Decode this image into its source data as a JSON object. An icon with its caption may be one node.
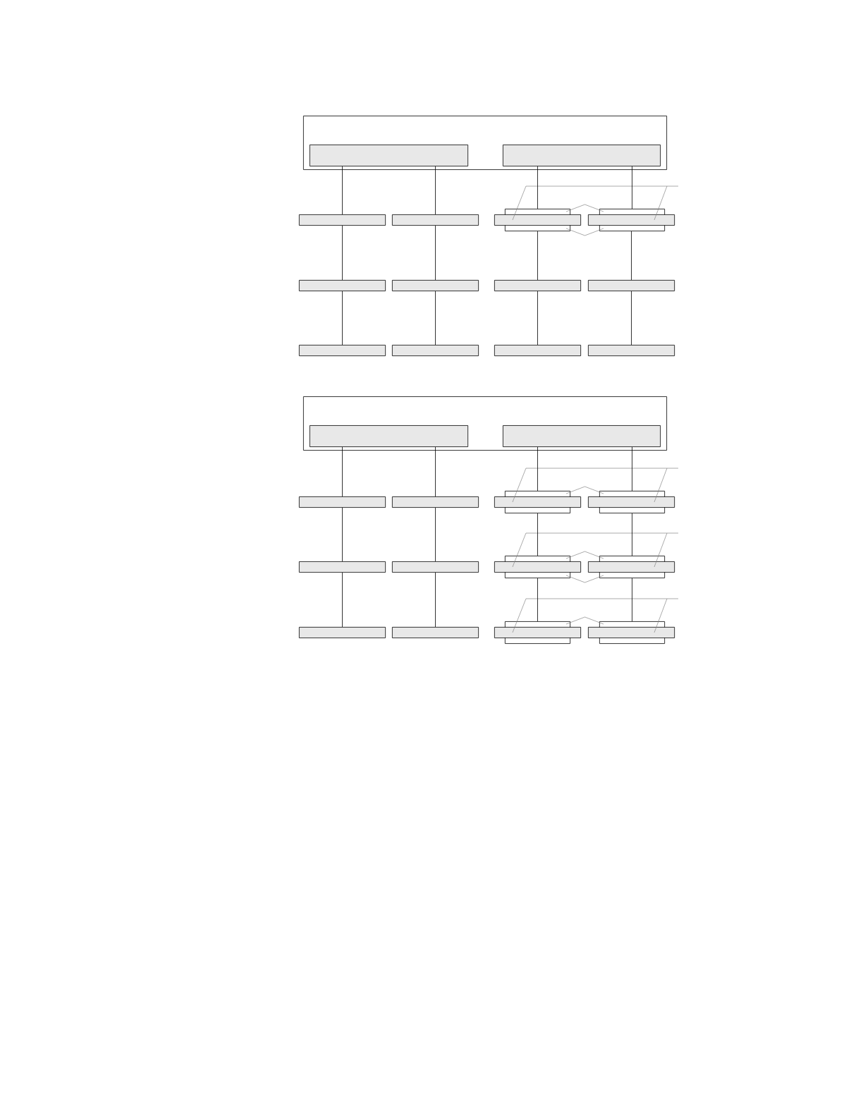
{
  "diagram": {
    "nodes": [
      {
        "text": [],
        "shape": "box"
      },
      {
        "text": [],
        "shape": "bar",
        "in": 0
      },
      {
        "text": [],
        "shape": "bar",
        "in": 0
      },
      {
        "text": [],
        "shape": "bar"
      },
      {
        "text": [],
        "shape": "bar"
      },
      {
        "text": [],
        "shape": "box"
      },
      {
        "text": [],
        "shape": "bar"
      },
      {
        "text": [],
        "shape": "box"
      },
      {
        "text": [],
        "shape": "bar"
      },
      {
        "text": [],
        "shape": "bar"
      },
      {
        "text": [],
        "shape": "bar"
      },
      {
        "text": [],
        "shape": "bar"
      },
      {
        "text": [],
        "shape": "bar"
      },
      {
        "text": [],
        "shape": "bar"
      },
      {
        "text": [],
        "shape": "bar"
      },
      {
        "text": [],
        "shape": "bar"
      },
      {
        "text": [],
        "shape": "bar"
      },
      {
        "text": [],
        "shape": "box"
      },
      {
        "text": [],
        "shape": "bar",
        "in": 17
      },
      {
        "text": [],
        "shape": "bar",
        "in": 17
      },
      {
        "text": [],
        "shape": "bar"
      },
      {
        "text": [],
        "shape": "bar"
      },
      {
        "text": [],
        "shape": "box"
      },
      {
        "text": [],
        "shape": "bar"
      },
      {
        "text": [],
        "shape": "box"
      },
      {
        "text": [],
        "shape": "bar"
      },
      {
        "text": [],
        "shape": "bar"
      },
      {
        "text": [],
        "shape": "bar"
      },
      {
        "text": [],
        "shape": "box"
      },
      {
        "text": [],
        "shape": "bar"
      },
      {
        "text": [],
        "shape": "box"
      },
      {
        "text": [],
        "shape": "bar"
      },
      {
        "text": [],
        "shape": "bar"
      },
      {
        "text": [],
        "shape": "bar"
      },
      {
        "text": [],
        "shape": "box"
      },
      {
        "text": [],
        "shape": "bar"
      },
      {
        "text": [],
        "shape": "box"
      },
      {
        "text": [],
        "shape": "bar"
      }
    ],
    "edges": [
      {
        "from": 1,
        "to": 3,
        "arrow": "none"
      },
      {
        "from": 3,
        "to": 9,
        "arrow": "none"
      },
      {
        "from": 9,
        "to": 13,
        "arrow": "none"
      },
      {
        "from": 1,
        "to": 4,
        "arrow": "none"
      },
      {
        "from": 4,
        "to": 10,
        "arrow": "none"
      },
      {
        "from": 10,
        "to": 14,
        "arrow": "none"
      },
      {
        "from": 2,
        "to": 5,
        "arrow": "none"
      },
      {
        "from": 5,
        "to": 11,
        "arrow": "none"
      },
      {
        "from": 11,
        "to": 15,
        "arrow": "none"
      },
      {
        "from": 2,
        "to": 7,
        "arrow": "none"
      },
      {
        "from": 7,
        "to": 12,
        "arrow": "none"
      },
      {
        "from": 12,
        "to": 16,
        "arrow": "none"
      },
      {
        "from": 5,
        "to": 7,
        "arrow": "none",
        "color": "#808080"
      },
      {
        "from": 5,
        "to": 7,
        "arrow": "none",
        "color": "#808080"
      },
      {
        "from": null,
        "to": 6,
        "arrow": "none",
        "color": "#808080"
      },
      {
        "from": null,
        "to": 8,
        "arrow": "none",
        "color": "#808080"
      },
      {
        "from": 18,
        "to": 20,
        "arrow": "none"
      },
      {
        "from": 20,
        "to": 26,
        "arrow": "none"
      },
      {
        "from": 26,
        "to": 32,
        "arrow": "none"
      },
      {
        "from": 18,
        "to": 21,
        "arrow": "none"
      },
      {
        "from": 21,
        "to": 27,
        "arrow": "none"
      },
      {
        "from": 27,
        "to": 33,
        "arrow": "none"
      },
      {
        "from": 19,
        "to": 22,
        "arrow": "none"
      },
      {
        "from": 22,
        "to": 28,
        "arrow": "none"
      },
      {
        "from": 28,
        "to": 34,
        "arrow": "none"
      },
      {
        "from": 19,
        "to": 24,
        "arrow": "none"
      },
      {
        "from": 24,
        "to": 30,
        "arrow": "none"
      },
      {
        "from": 30,
        "to": 36,
        "arrow": "none"
      },
      {
        "from": 22,
        "to": 24,
        "arrow": "none",
        "color": "#808080"
      },
      {
        "from": 28,
        "to": 30,
        "arrow": "none",
        "color": "#808080"
      },
      {
        "from": 28,
        "to": 30,
        "arrow": "none",
        "color": "#808080"
      },
      {
        "from": 34,
        "to": 36,
        "arrow": "none",
        "color": "#808080"
      },
      {
        "from": null,
        "to": 23,
        "arrow": "none",
        "color": "#808080"
      },
      {
        "from": null,
        "to": 25,
        "arrow": "none",
        "color": "#808080"
      },
      {
        "from": null,
        "to": 29,
        "arrow": "none",
        "color": "#808080"
      },
      {
        "from": null,
        "to": 31,
        "arrow": "none",
        "color": "#808080"
      },
      {
        "from": null,
        "to": 35,
        "arrow": "none",
        "color": "#808080"
      },
      {
        "from": null,
        "to": 37,
        "arrow": "none",
        "color": "#808080"
      }
    ]
  }
}
